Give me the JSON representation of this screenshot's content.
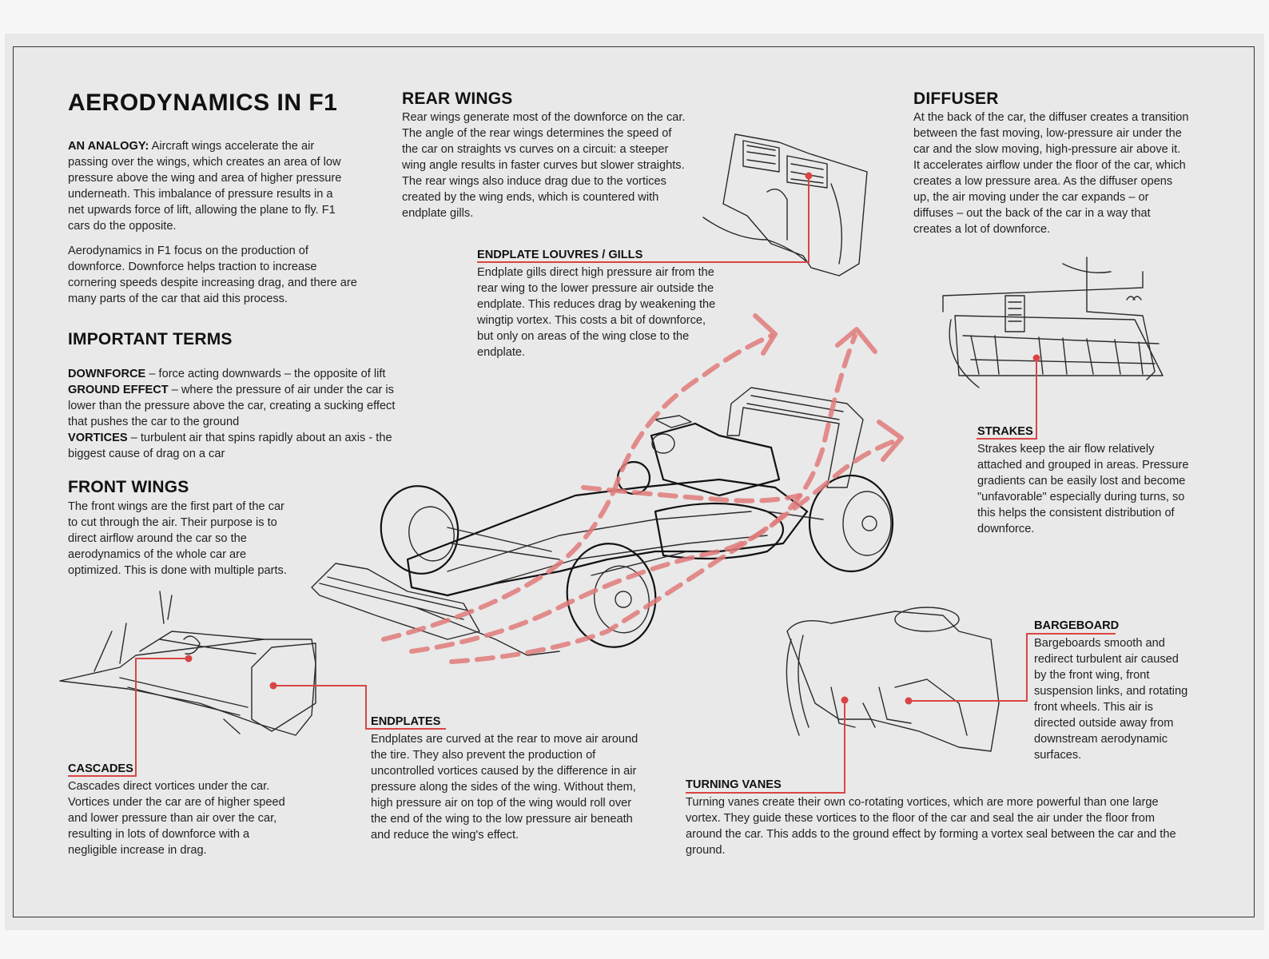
{
  "title": "AERODYNAMICS IN F1",
  "analogy": {
    "label": "AN ANALOGY:",
    "text": " Aircraft wings accelerate the air passing over the wings, which creates an area of low pressure above the wing and area of higher pressure underneath. This imbalance of pressure results in a net upwards force of lift, allowing the plane to fly. F1 cars do the opposite."
  },
  "intro": "Aerodynamics in F1 focus on the production of downforce. Downforce helps traction to increase cornering speeds despite increasing drag, and there are many parts of the car that aid this process.",
  "terms": {
    "heading": "IMPORTANT TERMS",
    "items": [
      {
        "term": "DOWNFORCE",
        "def": " – force acting downwards – the opposite of lift"
      },
      {
        "term": "GROUND EFFECT",
        "def": " – where the pressure of air under the car is lower than the pressure above the car, creating a sucking effect that pushes the car to the ground"
      },
      {
        "term": "VORTICES",
        "def": " – turbulent air that spins rapidly about an axis - the biggest cause of drag on a car"
      }
    ]
  },
  "front_wings": {
    "heading": "FRONT WINGS",
    "text": "The front wings are the first part of the car to cut through the air. Their purpose is to direct airflow around the car so the aerodynamics of the whole car are optimized. This is done with multiple parts."
  },
  "rear_wings": {
    "heading": "REAR WINGS",
    "text": "Rear wings generate most of the downforce on the car. The angle of the rear wings determines the speed of the car on straights vs curves on a circuit: a steeper wing angle results in faster curves but slower straights. The rear wings also induce drag due to the vortices created by the wing ends, which is countered with endplate gills."
  },
  "endplate_louvres": {
    "label": "ENDPLATE LOUVRES / GILLS",
    "text": "Endplate gills direct high pressure air from the rear wing to the lower pressure air outside the endplate. This reduces drag by weakening the wingtip vortex. This costs a bit of downforce, but only on areas of the wing close to the endplate."
  },
  "diffuser": {
    "heading": "DIFFUSER",
    "text": "At the back of the car, the diffuser creates a transition between the fast moving, low-pressure air under the car and the slow moving, high-pressure air above it. It accelerates airflow under the floor of the car, which creates a low pressure area. As the diffuser opens up, the air moving under the car expands – or diffuses – out the back of the car in a way that creates a lot of downforce."
  },
  "strakes": {
    "label": "STRAKES",
    "text": "Strakes keep the air flow relatively attached and grouped in areas. Pressure gradients can be easily lost and become \"unfavorable\" especially during turns, so this helps the consistent distribution of downforce."
  },
  "bargeboard": {
    "label": "BARGEBOARD",
    "text": "Bargeboards smooth and redirect turbulent air caused by the front wing, front suspension links, and rotating front wheels. This air is directed outside away from downstream aerodynamic surfaces."
  },
  "cascades": {
    "label": "CASCADES",
    "text": "Cascades direct vortices under the car. Vortices under the car are of higher speed and lower pressure than air over the car, resulting in lots of downforce with a negligible increase in drag."
  },
  "endplates": {
    "label": "ENDPLATES",
    "text": "Endplates are curved at the rear to move air around the tire. They also prevent the production of uncontrolled vortices caused by the difference in air pressure along the sides of the wing. Without them, high pressure air on top of the wing would roll over the end of the wing to the low pressure air beneath and reduce the wing's effect."
  },
  "turning_vanes": {
    "label": "TURNING VANES",
    "text": "Turning vanes create their own co-rotating vortices, which are more powerful than one large vortex. They guide these vortices to the floor of the car and seal the air under the floor from around the car. This adds to the ground effect by forming a vortex seal between the car and the ground."
  },
  "colors": {
    "accent": "#d94545",
    "airflow": "#e07a7a",
    "ink": "#2a2a2a",
    "paper": "#e9e9e9"
  }
}
